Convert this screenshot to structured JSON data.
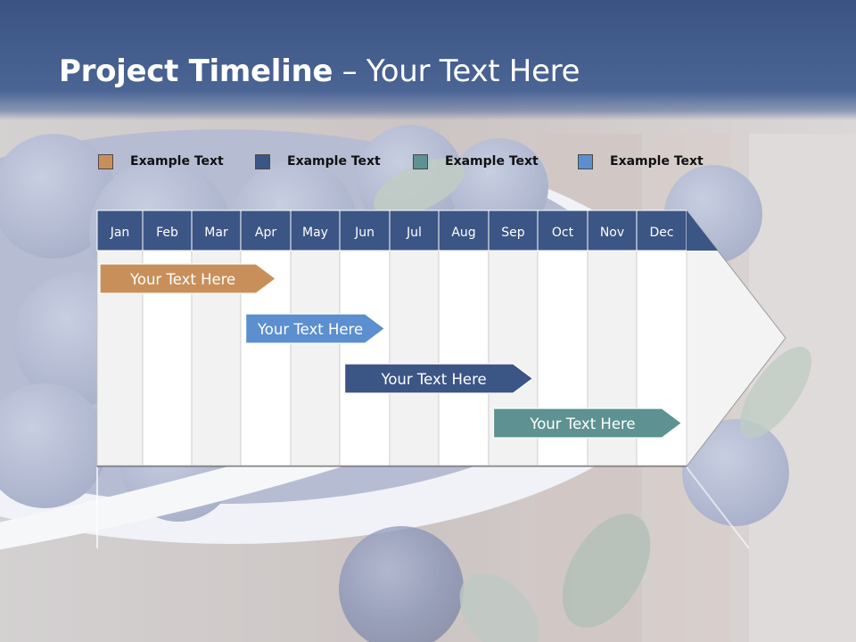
{
  "title": {
    "bold": "Project Timeline",
    "rest": " – Your Text Here"
  },
  "legend": [
    {
      "label": "Example Text",
      "color": "#c98f5a"
    },
    {
      "label": "Example Text",
      "color": "#3b5585"
    },
    {
      "label": "Example Text",
      "color": "#5e9191"
    },
    {
      "label": "Example Text",
      "color": "#5b8fcf"
    }
  ],
  "months": [
    "Jan",
    "Feb",
    "Mar",
    "Apr",
    "May",
    "Jun",
    "Jul",
    "Aug",
    "Sep",
    "Oct",
    "Nov",
    "Dec"
  ],
  "tasks": [
    {
      "label": "Your  Text Here",
      "start_month": 1,
      "end_month": 4.7,
      "color": "#c98f5a"
    },
    {
      "label": "Your  Text Here",
      "start_month": 4.1,
      "end_month": 6.9,
      "color": "#5b8fcf"
    },
    {
      "label": "Your  Text Here",
      "start_month": 6.1,
      "end_month": 9.9,
      "color": "#3b5585"
    },
    {
      "label": "Your  Text Here",
      "start_month": 9.1,
      "end_month": 12.9,
      "color": "#5e9191"
    }
  ],
  "colors": {
    "header_band": "#3a5382",
    "month_header": "#3b5585",
    "column_alt": "#f2f2f2",
    "column_plain": "#ffffff"
  },
  "background": {
    "subject": "blueberries in a white bowl on wooden table",
    "icon": "blueberry-photo"
  }
}
